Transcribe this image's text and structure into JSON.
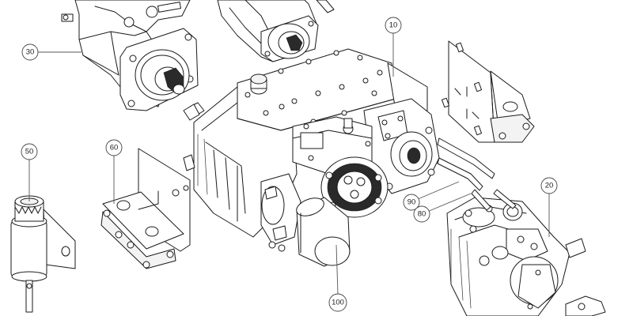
{
  "diagram": {
    "type": "exploded-parts-view",
    "style": "monochrome line drawing",
    "colors": {
      "line": "#1a1a1a",
      "fill": "#ffffff",
      "callout_stroke": "#444444",
      "callout_text": "#222222"
    },
    "callouts": [
      {
        "id": "c10",
        "label": "10",
        "part": "transmission-housing"
      },
      {
        "id": "c20",
        "label": "20",
        "part": "hydraulic-pump-right"
      },
      {
        "id": "c30",
        "label": "30",
        "part": "hydraulic-motor-top-left"
      },
      {
        "id": "c50",
        "label": "50",
        "part": "filter-canister"
      },
      {
        "id": "c60",
        "label": "60",
        "part": "mounting-bracket-left"
      },
      {
        "id": "c80",
        "label": "80",
        "part": "hydraulic-line"
      },
      {
        "id": "c90",
        "label": "90",
        "part": "hydraulic-line"
      },
      {
        "id": "c100",
        "label": "100",
        "part": "oil-filter"
      }
    ]
  }
}
